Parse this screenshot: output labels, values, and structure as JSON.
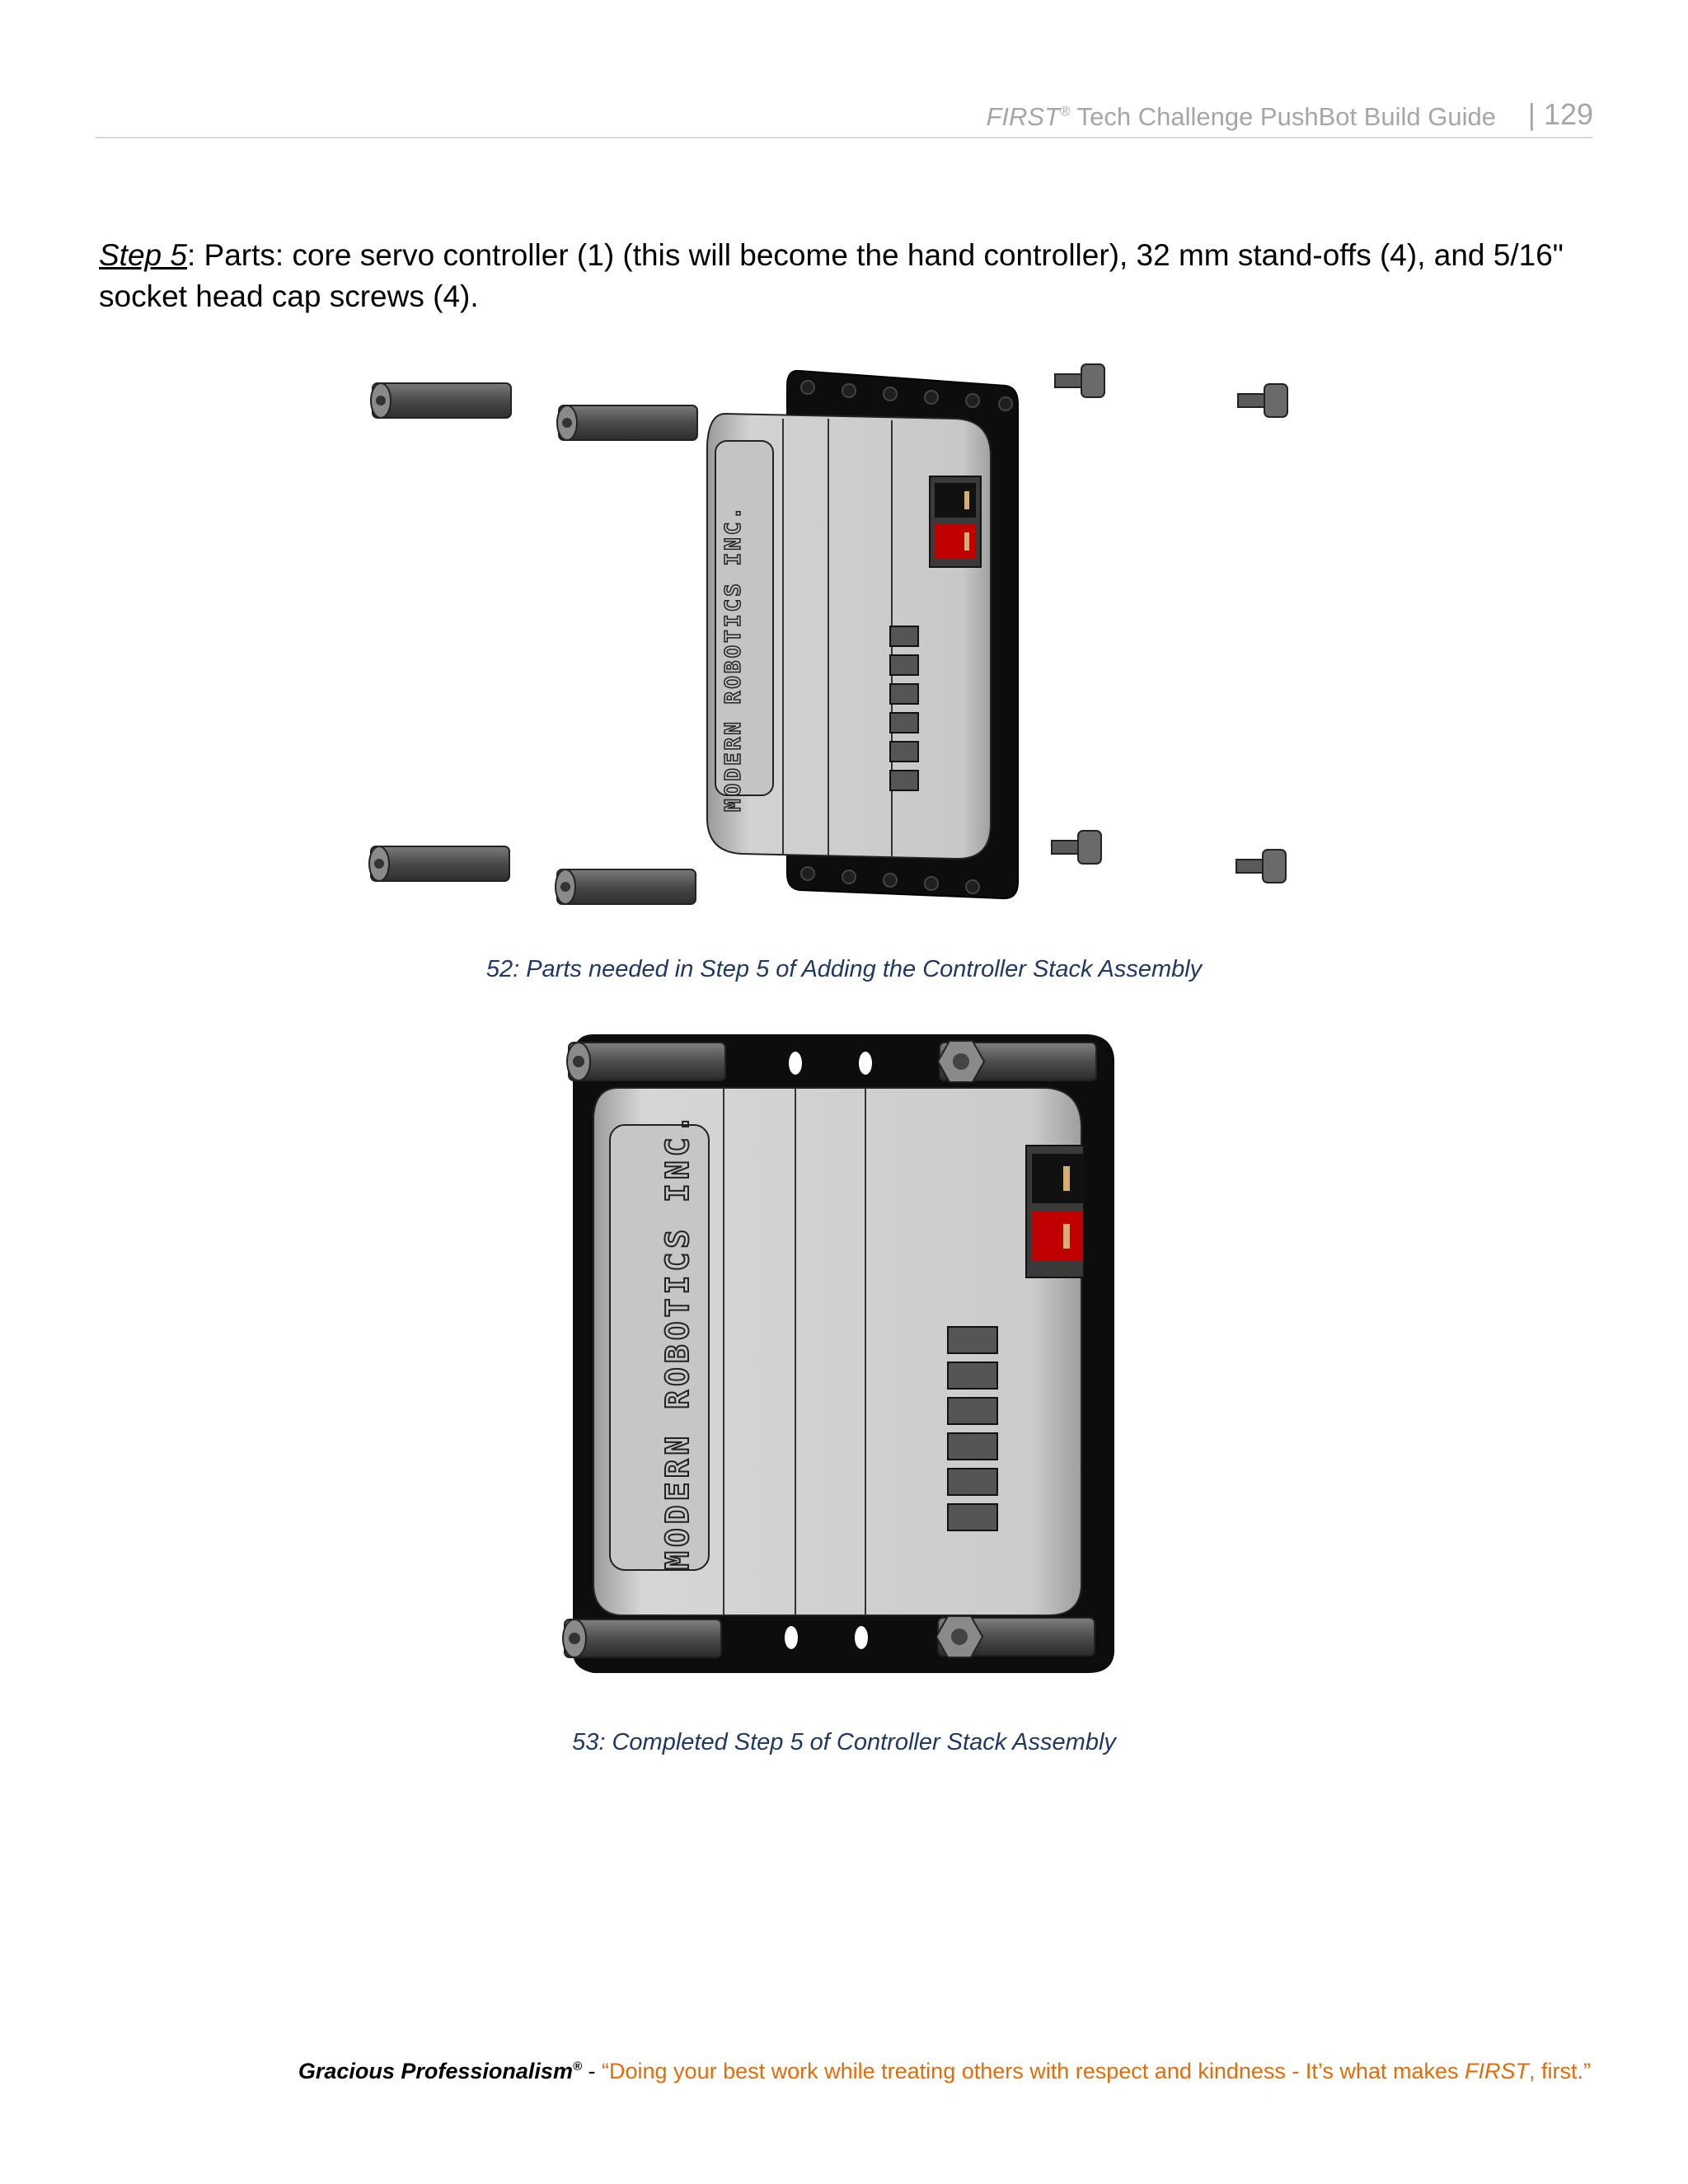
{
  "header": {
    "title_first": "FIRST",
    "title_reg": "®",
    "title_rest": " Tech Challenge PushBot Build Guide",
    "separator": "|",
    "page_number": "129"
  },
  "step": {
    "label": "Step 5",
    "text": ": Parts: core servo controller (1) (this will become the hand controller), 32 mm stand-offs (4), and 5/16\" socket head cap screws (4)."
  },
  "figures": [
    {
      "caption": "52: Parts needed in Step 5 of Adding the Controller Stack Assembly"
    },
    {
      "caption": "53: Completed Step 5 of Controller Stack Assembly"
    }
  ],
  "controller_label": "MODERN ROBOTICS INC.",
  "footer": {
    "gp": "Gracious Professionalism",
    "gp_reg": "®",
    "dash": " - ",
    "quote_start": "“Doing your best work while treating others with respect and kindness - It’s what makes ",
    "quote_first": "FIRST",
    "quote_end": ", first.”"
  },
  "colors": {
    "header_gray": "#a6a6a6",
    "caption_blue": "#1f3864",
    "quote_orange": "#e36c0a",
    "connector_red": "#c00000"
  }
}
